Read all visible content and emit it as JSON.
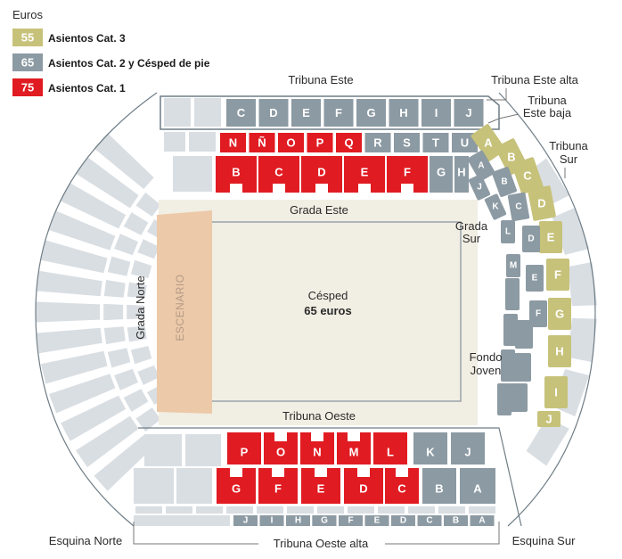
{
  "colors": {
    "cat3": "#c7c27a",
    "cat2": "#8c9aa3",
    "cat1": "#e11b22",
    "inactive": "#d9dee3",
    "pitch": "#f1eee3",
    "stage": "#ecc9a8",
    "outline": "#6f7d86",
    "line": "#9aa4ab"
  },
  "legend": {
    "title": "Euros",
    "items": [
      {
        "price": "55",
        "label": "Asientos Cat. 3",
        "color": "cat3"
      },
      {
        "price": "65",
        "label": "Asientos Cat. 2 y Césped de pie",
        "color": "cat2"
      },
      {
        "price": "75",
        "label": "Asientos Cat. 1",
        "color": "cat1"
      }
    ]
  },
  "labels": {
    "tribuna_este": "Tribuna Este",
    "tribuna_este_alta": "Tribuna Este alta",
    "tribuna_este_baja_1": "Tribuna",
    "tribuna_este_baja_2": "Este baja",
    "tribuna_sur_1": "Tribuna",
    "tribuna_sur_2": "Sur",
    "grada_este": "Grada Este",
    "grada_sur_1": "Grada",
    "grada_sur_2": "Sur",
    "grada_norte": "Grada Norte",
    "escenario": "ESCENARIO",
    "cesped": "Césped",
    "cesped_price": "65 euros",
    "fondo_joven_1": "Fondo",
    "fondo_joven_2": "Joven",
    "tribuna_oeste": "Tribuna Oeste",
    "esquina_norte": "Esquina Norte",
    "esquina_sur": "Esquina Sur",
    "tribuna_oeste_alta": "Tribuna Oeste alta"
  },
  "sections": {
    "este_alta": [
      "C",
      "D",
      "E",
      "F",
      "G",
      "H",
      "I",
      "J"
    ],
    "este_baja_row1": [
      "N",
      "Ñ",
      "O",
      "P",
      "Q",
      "R",
      "S",
      "T",
      "U"
    ],
    "este_baja_row1_cat": [
      "cat1",
      "cat1",
      "cat1",
      "cat1",
      "cat1",
      "cat2",
      "cat2",
      "cat2",
      "cat2"
    ],
    "este_baja_row2": [
      "B",
      "C",
      "D",
      "E",
      "F",
      "G",
      "H"
    ],
    "este_baja_row2_cat": [
      "cat1",
      "cat1",
      "cat1",
      "cat1",
      "cat1",
      "cat2",
      "cat2"
    ],
    "sur_alta": [
      "A",
      "B",
      "C",
      "D",
      "E",
      "F",
      "G",
      "H",
      "I",
      "J"
    ],
    "sur_mid": [
      "A",
      "B",
      "C",
      "D",
      "E",
      "F"
    ],
    "sur_inner": [
      "J",
      "K",
      "L",
      "M"
    ],
    "oeste_row1": [
      "P",
      "O",
      "N",
      "M",
      "L",
      "K",
      "J"
    ],
    "oeste_row1_cat": [
      "cat1",
      "cat1",
      "cat1",
      "cat1",
      "cat1",
      "cat2",
      "cat2"
    ],
    "oeste_row2": [
      "G",
      "F",
      "E",
      "D",
      "C",
      "B",
      "A"
    ],
    "oeste_row2_cat": [
      "cat1",
      "cat1",
      "cat1",
      "cat1",
      "cat1",
      "cat2",
      "cat2"
    ],
    "oeste_alta": [
      "J",
      "I",
      "H",
      "G",
      "F",
      "E",
      "D",
      "C",
      "B",
      "A"
    ]
  }
}
